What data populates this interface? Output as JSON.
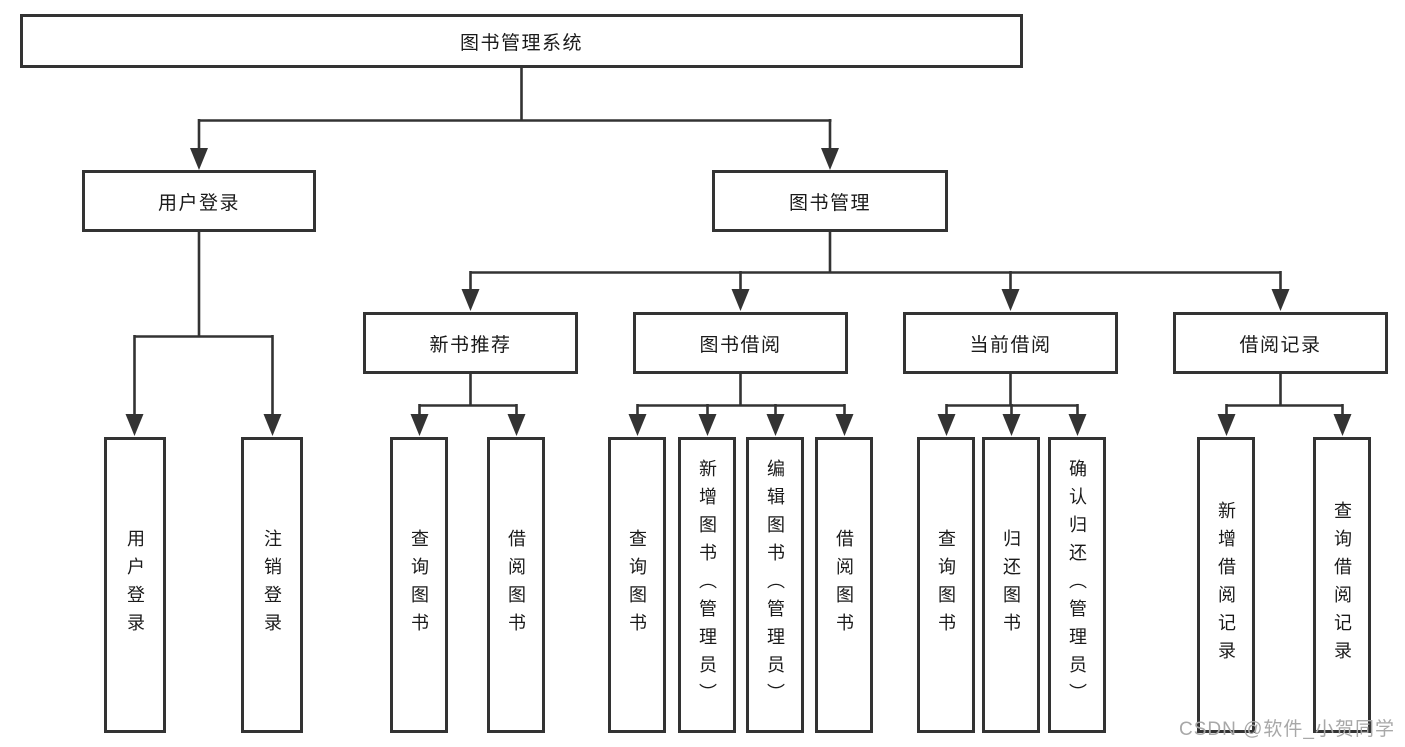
{
  "tree": {
    "root": "图书管理系统",
    "children": [
      {
        "label": "用户登录",
        "children": [
          {
            "label": "用户登录"
          },
          {
            "label": "注销登录"
          }
        ]
      },
      {
        "label": "图书管理",
        "children": [
          {
            "label": "新书推荐",
            "children": [
              {
                "label": "查询图书"
              },
              {
                "label": "借阅图书"
              }
            ]
          },
          {
            "label": "图书借阅",
            "children": [
              {
                "label": "查询图书"
              },
              {
                "label": "新增图书（管理员）"
              },
              {
                "label": "编辑图书（管理员）"
              },
              {
                "label": "借阅图书"
              }
            ]
          },
          {
            "label": "当前借阅",
            "children": [
              {
                "label": "查询图书"
              },
              {
                "label": "归还图书"
              },
              {
                "label": "确认归还（管理员）"
              }
            ]
          },
          {
            "label": "借阅记录",
            "children": [
              {
                "label": "新增借阅记录"
              },
              {
                "label": "查询借阅记录"
              }
            ]
          }
        ]
      }
    ]
  },
  "watermark": "CSDN @软件_小贺同学",
  "colors": {
    "line": "#333333",
    "text": "#1a1a1a",
    "watermark": "#a8a8a8",
    "background": "#ffffff"
  }
}
